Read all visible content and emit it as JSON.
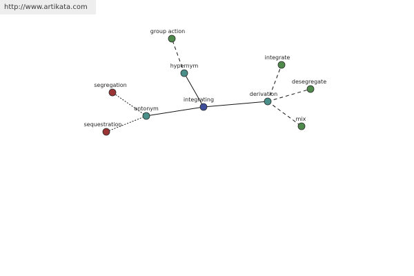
{
  "header": {
    "url": "http://www.artikata.com"
  },
  "colors": {
    "root": "#3d4f9a",
    "relation": "#4b8f8b",
    "related_green": "#4f8a4c",
    "related_red": "#9a3434",
    "edge": "#111111",
    "node_stroke": "#2a2a2a"
  },
  "graph": {
    "nodes": [
      {
        "id": "integrating",
        "label": "integrating",
        "kind": "root",
        "color": "#3d4f9a"
      },
      {
        "id": "hypernym",
        "label": "hypernym",
        "kind": "relation",
        "color": "#4b8f8b"
      },
      {
        "id": "group_action",
        "label": "group action",
        "kind": "related",
        "color": "#4f8a4c"
      },
      {
        "id": "antonym",
        "label": "antonym",
        "kind": "relation",
        "color": "#4b8f8b"
      },
      {
        "id": "segregation",
        "label": "segregation",
        "kind": "related",
        "color": "#9a3434"
      },
      {
        "id": "sequestration",
        "label": "sequestration",
        "kind": "related",
        "color": "#9a3434"
      },
      {
        "id": "derivation",
        "label": "derivation",
        "kind": "relation",
        "color": "#4b8f8b"
      },
      {
        "id": "integrate",
        "label": "integrate",
        "kind": "related",
        "color": "#4f8a4c"
      },
      {
        "id": "desegregate",
        "label": "desegregate",
        "kind": "related",
        "color": "#4f8a4c"
      },
      {
        "id": "mix",
        "label": "mix",
        "kind": "related",
        "color": "#4f8a4c"
      }
    ],
    "edges": [
      {
        "from": "integrating",
        "to": "hypernym",
        "style": "solid"
      },
      {
        "from": "integrating",
        "to": "antonym",
        "style": "solid"
      },
      {
        "from": "integrating",
        "to": "derivation",
        "style": "solid"
      },
      {
        "from": "hypernym",
        "to": "group_action",
        "style": "dashed"
      },
      {
        "from": "antonym",
        "to": "segregation",
        "style": "dotted"
      },
      {
        "from": "antonym",
        "to": "sequestration",
        "style": "dotted"
      },
      {
        "from": "derivation",
        "to": "integrate",
        "style": "dashed"
      },
      {
        "from": "derivation",
        "to": "desegregate",
        "style": "dashed"
      },
      {
        "from": "derivation",
        "to": "mix",
        "style": "dashed"
      }
    ]
  }
}
